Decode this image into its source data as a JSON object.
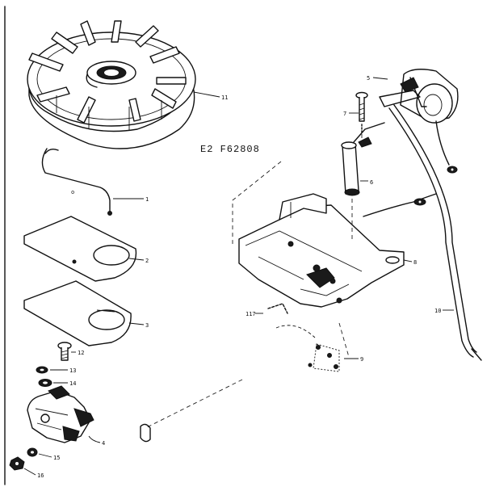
{
  "diagram": {
    "code": "E2 F62808",
    "callouts": [
      {
        "id": "flywheel",
        "text": "11"
      },
      {
        "id": "spring",
        "text": "1"
      },
      {
        "id": "plate-upper",
        "text": "2"
      },
      {
        "id": "plate-lower",
        "text": "3"
      },
      {
        "id": "screw",
        "text": "12"
      },
      {
        "id": "washer-a",
        "text": "13"
      },
      {
        "id": "washer-b",
        "text": "14"
      },
      {
        "id": "magneto",
        "text": "4"
      },
      {
        "id": "nut-15",
        "text": "15"
      },
      {
        "id": "nut-16",
        "text": "16"
      },
      {
        "id": "coil",
        "text": "5"
      },
      {
        "id": "coil-screw",
        "text": "7"
      },
      {
        "id": "condenser",
        "text": "6"
      },
      {
        "id": "breaker-plate",
        "text": "8"
      },
      {
        "id": "lead-wire",
        "text": "10"
      },
      {
        "id": "clip",
        "text": "117"
      },
      {
        "id": "points",
        "text": "9"
      }
    ]
  }
}
